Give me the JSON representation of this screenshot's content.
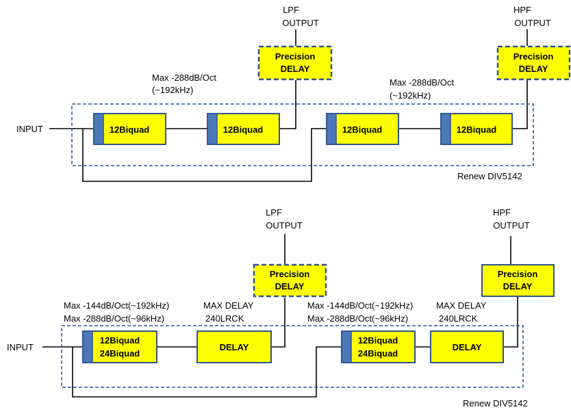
{
  "colors": {
    "block_fill": "#ffff00",
    "block_border": "#2f528f",
    "tab_fill": "#4a78b8",
    "wire": "#000000"
  },
  "top": {
    "input": "INPUT",
    "lpf_line1": "LPF",
    "lpf_line2": "OUTPUT",
    "hpf_line1": "HPF",
    "hpf_line2": "OUTPUT",
    "precision1": "Precision",
    "delay1": "DELAY",
    "precision2": "Precision",
    "delay2": "DELAY",
    "slope_a_line1": "Max -288dB/Oct",
    "slope_a_line2": "(~192kHz)",
    "slope_b_line1": "Max -288dB/Oct",
    "slope_b_line2": "(~192kHz)",
    "biquad1": "12Biquad",
    "biquad2": "12Biquad",
    "biquad3": "12Biquad",
    "biquad4": "12Biquad",
    "device": "Renew DIV5142"
  },
  "bottom": {
    "input": "INPUT",
    "lpf_line1": "LPF",
    "lpf_line2": "OUTPUT",
    "hpf_line1": "HPF",
    "hpf_line2": "OUTPUT",
    "precision1": "Precision",
    "delay1": "DELAY",
    "precision2": "Precision",
    "delay2": "DELAY",
    "slope_a_line1": "Max -144dB/Oct(~192kHz)",
    "slope_a_line2": "Max -288dB/Oct(~96kHz)",
    "slope_b_line1": "Max -144dB/Oct(~192kHz)",
    "slope_b_line2": "Max -288dB/Oct(~96kHz)",
    "maxdelay_a_line1": "MAX DELAY",
    "maxdelay_a_line2": "240LRCK",
    "maxdelay_b_line1": "MAX DELAY",
    "maxdelay_b_line2": "240LRCK",
    "biquad1_line1": "12Biquad",
    "biquad1_line2": "24Biquad",
    "biquad2_line1": "12Biquad",
    "biquad2_line2": "24Biquad",
    "delay_block1": "DELAY",
    "delay_block2": "DELAY",
    "device": "Renew DIV5142"
  }
}
